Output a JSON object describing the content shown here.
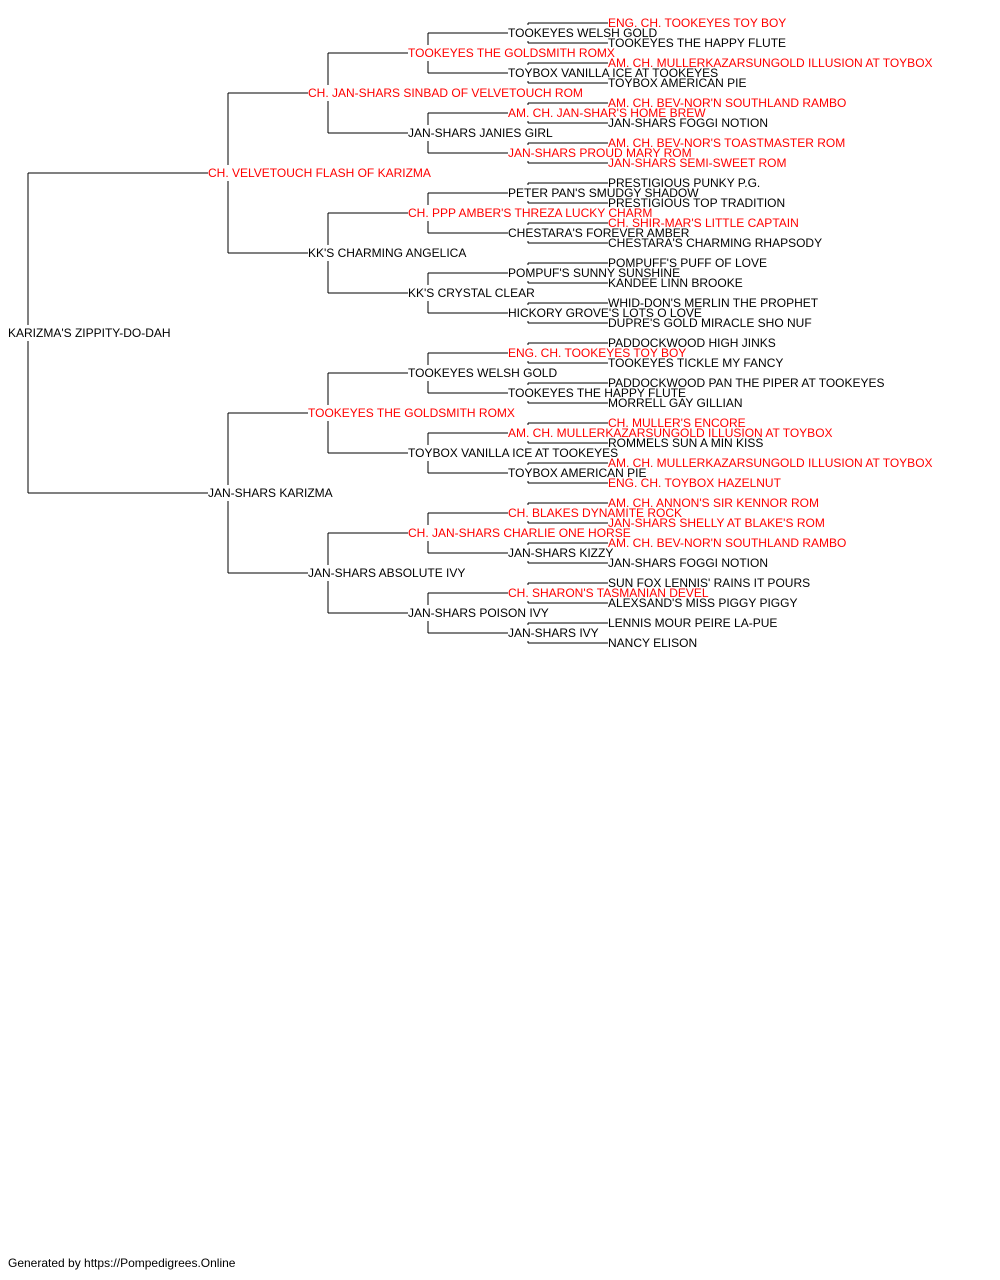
{
  "colors": {
    "titled": "#ff0000",
    "normal": "#000000",
    "line": "#000000"
  },
  "pedigree": {
    "name": "KARIZMA'S ZIPPITY-DO-DAH",
    "titled": false,
    "sire": {
      "name": "CH. VELVETOUCH FLASH OF KARIZMA",
      "titled": true,
      "sire": {
        "name": "CH. JAN-SHARS SINBAD OF VELVETOUCH ROM",
        "titled": true,
        "sire": {
          "name": "TOOKEYES THE GOLDSMITH ROMX",
          "titled": true,
          "sire": {
            "name": "TOOKEYES WELSH GOLD",
            "titled": false,
            "sire": {
              "name": "ENG. CH. TOOKEYES TOY BOY",
              "titled": true
            },
            "dam": {
              "name": "TOOKEYES THE HAPPY FLUTE",
              "titled": false
            }
          },
          "dam": {
            "name": "TOYBOX VANILLA ICE AT TOOKEYES",
            "titled": false,
            "sire": {
              "name": "AM. CH. MULLERKAZARSUNGOLD ILLUSION AT TOYBOX",
              "titled": true
            },
            "dam": {
              "name": "TOYBOX AMERICAN PIE",
              "titled": false
            }
          }
        },
        "dam": {
          "name": "JAN-SHARS JANIES GIRL",
          "titled": false,
          "sire": {
            "name": "AM. CH. JAN-SHAR'S HOME BREW",
            "titled": true,
            "sire": {
              "name": "AM. CH. BEV-NOR'N SOUTHLAND RAMBO",
              "titled": true
            },
            "dam": {
              "name": "JAN-SHARS FOGGI NOTION",
              "titled": false
            }
          },
          "dam": {
            "name": "JAN-SHARS PROUD MARY ROM",
            "titled": true,
            "sire": {
              "name": "AM. CH. BEV-NOR'S TOASTMASTER ROM",
              "titled": true
            },
            "dam": {
              "name": "JAN-SHARS SEMI-SWEET ROM",
              "titled": true
            }
          }
        }
      },
      "dam": {
        "name": "KK'S CHARMING ANGELICA",
        "titled": false,
        "sire": {
          "name": "CH. PPP AMBER'S THREZA LUCKY CHARM",
          "titled": true,
          "sire": {
            "name": "PETER PAN'S SMUDGY SHADOW",
            "titled": false,
            "sire": {
              "name": "PRESTIGIOUS PUNKY P.G.",
              "titled": false
            },
            "dam": {
              "name": "PRESTIGIOUS TOP TRADITION",
              "titled": false
            }
          },
          "dam": {
            "name": "CHESTARA'S FOREVER AMBER",
            "titled": false,
            "sire": {
              "name": "CH. SHIR-MAR'S LITTLE CAPTAIN",
              "titled": true
            },
            "dam": {
              "name": "CHESTARA'S CHARMING RHAPSODY",
              "titled": false
            }
          }
        },
        "dam": {
          "name": "KK'S CRYSTAL CLEAR",
          "titled": false,
          "sire": {
            "name": "POMPUF'S SUNNY SUNSHINE",
            "titled": false,
            "sire": {
              "name": "POMPUFF'S PUFF OF LOVE",
              "titled": false
            },
            "dam": {
              "name": "KANDEE LINN BROOKE",
              "titled": false
            }
          },
          "dam": {
            "name": "HICKORY GROVE'S LOTS O LOVE",
            "titled": false,
            "sire": {
              "name": "WHID-DON'S MERLIN THE PROPHET",
              "titled": false
            },
            "dam": {
              "name": "DUPRE'S GOLD MIRACLE SHO NUF",
              "titled": false
            }
          }
        }
      }
    },
    "dam": {
      "name": "JAN-SHARS KARIZMA",
      "titled": false,
      "sire": {
        "name": "TOOKEYES THE GOLDSMITH ROMX",
        "titled": true,
        "sire": {
          "name": "TOOKEYES WELSH GOLD",
          "titled": false,
          "sire": {
            "name": "ENG. CH. TOOKEYES TOY BOY",
            "titled": true,
            "sire": {
              "name": "PADDOCKWOOD HIGH JINKS",
              "titled": false
            },
            "dam": {
              "name": "TOOKEYES TICKLE MY FANCY",
              "titled": false
            }
          },
          "dam": {
            "name": "TOOKEYES THE HAPPY FLUTE",
            "titled": false,
            "sire": {
              "name": "PADDOCKWOOD PAN THE PIPER AT TOOKEYES",
              "titled": false
            },
            "dam": {
              "name": "MORRELL GAY GILLIAN",
              "titled": false
            }
          }
        },
        "dam": {
          "name": "TOYBOX VANILLA ICE AT TOOKEYES",
          "titled": false,
          "sire": {
            "name": "AM. CH. MULLERKAZARSUNGOLD ILLUSION AT TOYBOX",
            "titled": true,
            "sire": {
              "name": "CH. MULLER'S ENCORE",
              "titled": true
            },
            "dam": {
              "name": "ROMMELS SUN A MIN KISS",
              "titled": false
            }
          },
          "dam": {
            "name": "TOYBOX AMERICAN PIE",
            "titled": false,
            "sire": {
              "name": "AM. CH. MULLERKAZARSUNGOLD ILLUSION AT TOYBOX",
              "titled": true
            },
            "dam": {
              "name": "ENG. CH. TOYBOX HAZELNUT",
              "titled": true
            }
          }
        }
      },
      "dam": {
        "name": "JAN-SHARS ABSOLUTE IVY",
        "titled": false,
        "sire": {
          "name": "CH. JAN-SHARS CHARLIE ONE HORSE",
          "titled": true,
          "sire": {
            "name": "CH. BLAKES DYNAMITE ROCK",
            "titled": true,
            "sire": {
              "name": "AM. CH. ANNON'S SIR KENNOR ROM",
              "titled": true
            },
            "dam": {
              "name": "JAN-SHARS SHELLY AT BLAKE'S ROM",
              "titled": true
            }
          },
          "dam": {
            "name": "JAN-SHARS KIZZY",
            "titled": false,
            "sire": {
              "name": "AM. CH. BEV-NOR'N SOUTHLAND RAMBO",
              "titled": true
            },
            "dam": {
              "name": "JAN-SHARS FOGGI NOTION",
              "titled": false
            }
          }
        },
        "dam": {
          "name": "JAN-SHARS POISON IVY",
          "titled": false,
          "sire": {
            "name": "CH. SHARON'S TASMANIAN DEVEL",
            "titled": true,
            "sire": {
              "name": "SUN FOX LENNIS' RAINS IT POURS",
              "titled": false
            },
            "dam": {
              "name": "ALEXSAND'S MISS PIGGY PIGGY",
              "titled": false
            }
          },
          "dam": {
            "name": "JAN-SHARS IVY",
            "titled": false,
            "sire": {
              "name": "LENNIS MOUR PEIRE LA-PUE",
              "titled": false
            },
            "dam": {
              "name": "NANCY ELISON",
              "titled": false
            }
          }
        }
      }
    }
  },
  "footer": "Generated by https://Pompedigrees.Online"
}
